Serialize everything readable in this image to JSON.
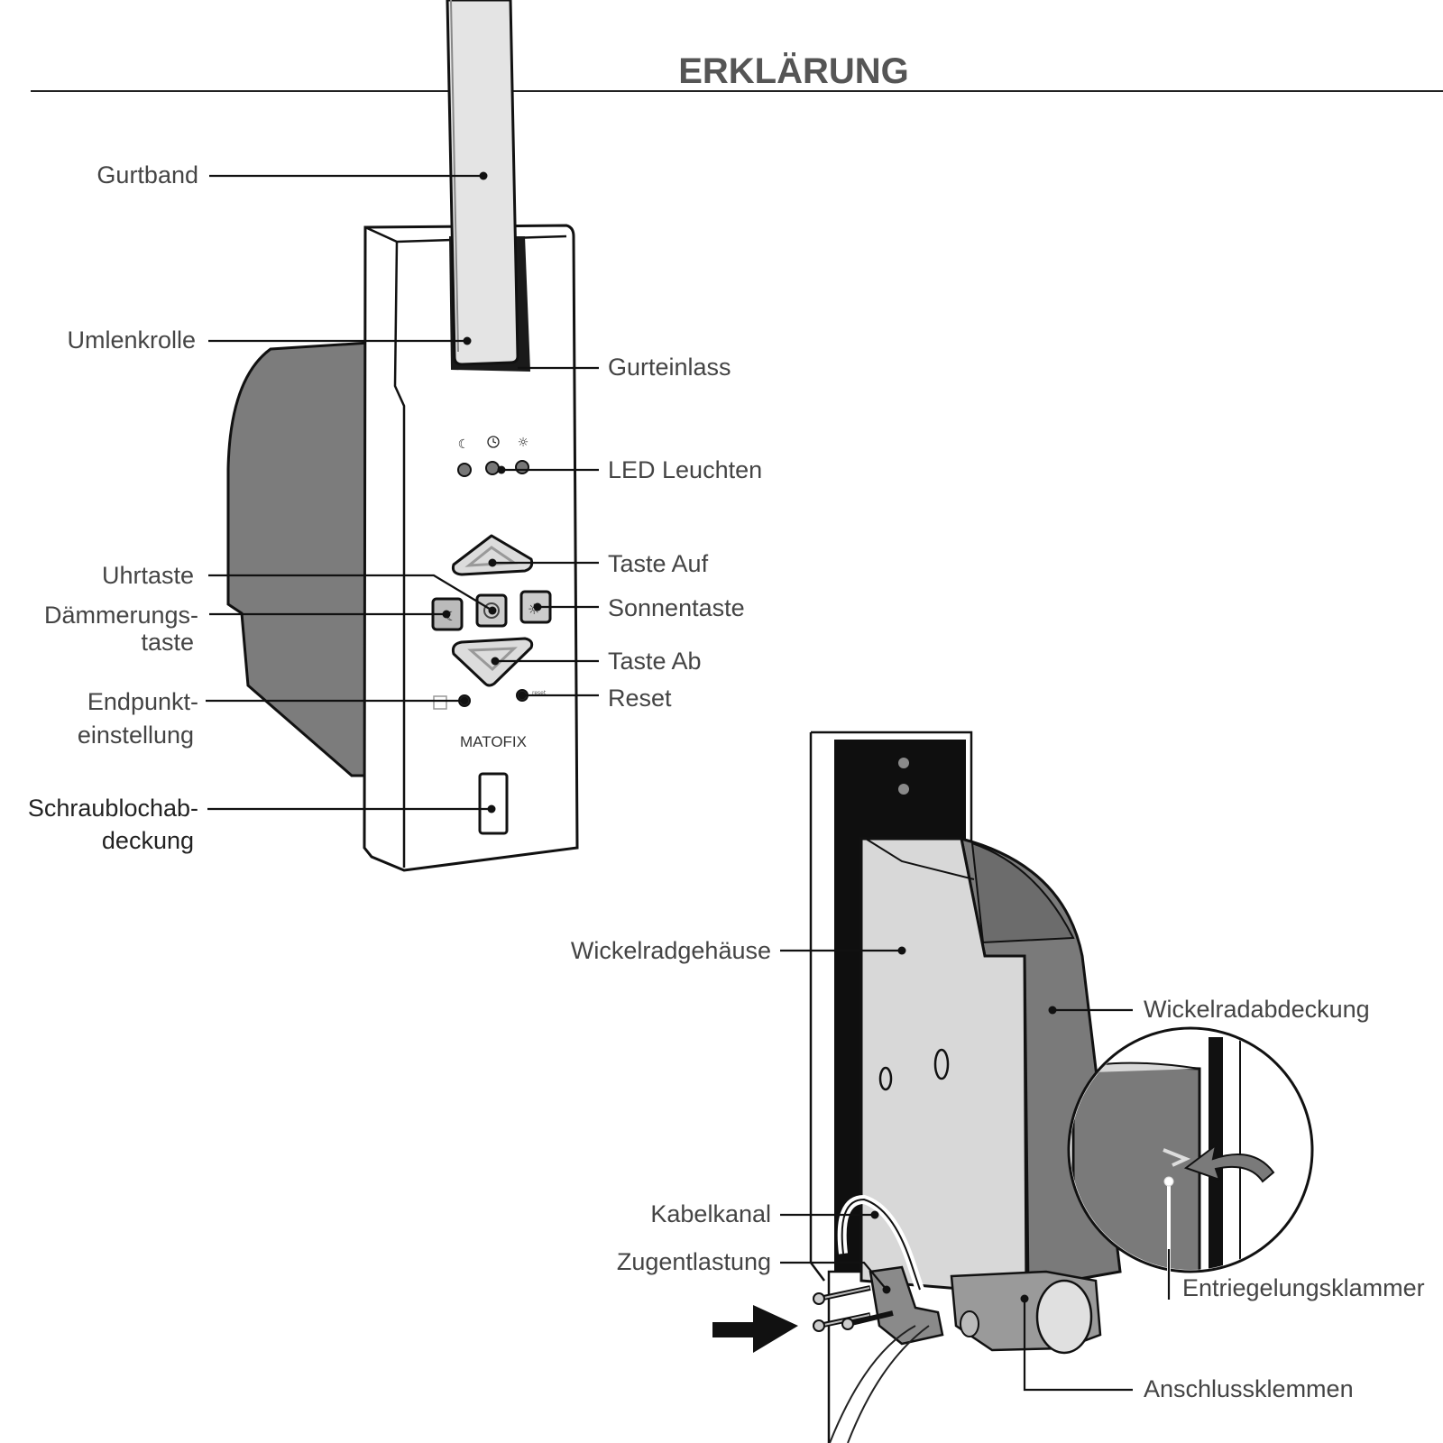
{
  "title": "ERKLÄRUNG",
  "device_brand": "MATOFIX",
  "labels": {
    "gurtband": "Gurtband",
    "umlenkrolle": "Umlenkrolle",
    "gurteinlass": "Gurteinlass",
    "led_leuchten": "LED Leuchten",
    "taste_auf": "Taste Auf",
    "uhrtaste": "Uhrtaste",
    "sonnentaste": "Sonnentaste",
    "daemmerungstaste_1": "Dämmerungs-",
    "daemmerungstaste_2": "taste",
    "taste_ab": "Taste Ab",
    "endpunkt_1": "Endpunkt-",
    "endpunkt_2": "einstellung",
    "reset": "Reset",
    "schraubloch_1": "Schraublochab-",
    "schraubloch_2": "deckung",
    "wickelradgehaeuse": "Wickelradgehäuse",
    "wickelradabdeckung": "Wickelradabdeckung",
    "kabelkanal": "Kabelkanal",
    "zugentlastung": "Zugentlastung",
    "entriegelungsklammer": "Entriegelungsklammer",
    "anschlussklemmen": "Anschlussklemmen"
  },
  "icons": [
    "moon-icon",
    "clock-icon",
    "sun-icon",
    "arrow-up-icon",
    "arrow-down-icon",
    "insert-arrow-icon",
    "curved-arrow-icon"
  ],
  "colors": {
    "housing_dark": "#7a7a7a",
    "housing_light": "#d9d9d9",
    "belt": "#e0e0e0",
    "frame_black": "#111111",
    "label_text": "#444444"
  }
}
